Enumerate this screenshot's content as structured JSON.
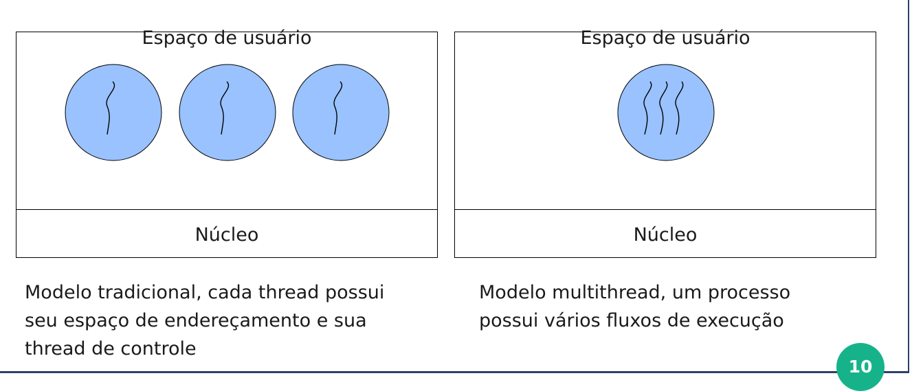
{
  "left_panel": {
    "user_space_label": "Espaço de usuário",
    "kernel_label": "Núcleo",
    "processes": 3,
    "threads_per_process": 1
  },
  "right_panel": {
    "user_space_label": "Espaço de usuário",
    "kernel_label": "Núcleo",
    "processes": 1,
    "threads_per_process": 3
  },
  "captions": {
    "left": [
      "Modelo tradicional, cada thread possui",
      "seu espaço de endereçamento e sua",
      "thread de controle"
    ],
    "right": [
      "Modelo multithread, um processo",
      "possui vários fluxos de execução"
    ]
  },
  "page_number": "10",
  "colors": {
    "process_fill": "#99c2ff",
    "badge": "#16b38a",
    "frame_edge": "#2c3e6b"
  }
}
